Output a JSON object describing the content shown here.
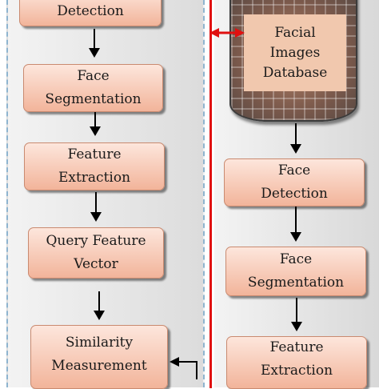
{
  "left_flow": {
    "detection_label": "Detection",
    "segmentation_label": [
      "Face",
      "Segmentation"
    ],
    "extraction_label": [
      "Feature",
      "Extraction"
    ],
    "query_vector_label": [
      "Query Feature",
      "Vector"
    ],
    "similarity_label": [
      "Similarity",
      "Measurement"
    ]
  },
  "database": {
    "label": [
      "Facial",
      "Images",
      "Database"
    ]
  },
  "right_flow": {
    "detection_label": [
      "Face",
      "Detection"
    ],
    "segmentation_label": [
      "Face",
      "Segmentation"
    ],
    "extraction_label": [
      "Feature",
      "Extraction"
    ]
  }
}
